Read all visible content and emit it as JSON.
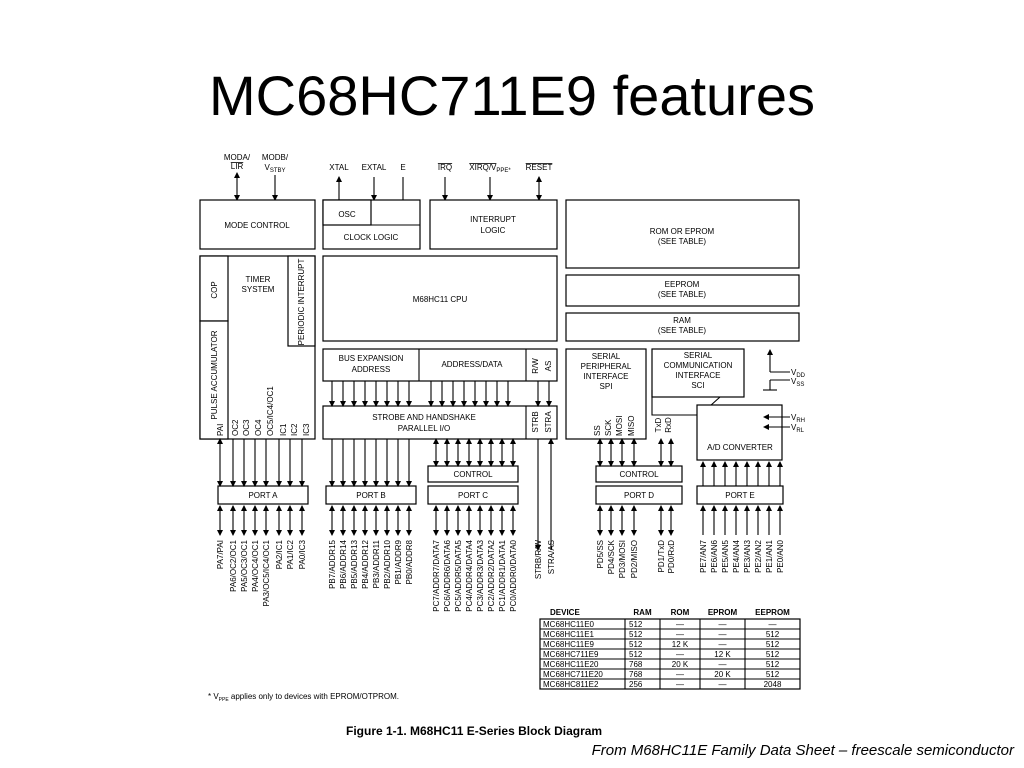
{
  "title": "MC68HC711E9 features",
  "credit": "From M68HC11E Family Data Sheet – freescale semiconductor",
  "diagram": {
    "pins_top": {
      "moda": "MODA/",
      "lir": "LIR",
      "modb": "MODB/",
      "vstby": "V",
      "vstby_sub": "STBY",
      "xtal": "XTAL",
      "extal": "EXTAL",
      "e": "E",
      "irq": "IRQ",
      "xirq": "XIRQ/V",
      "xirq_sub": "PPE*",
      "reset": "RESET"
    },
    "blocks": {
      "mode_control": "MODE CONTROL",
      "osc": "OSC",
      "clock_logic": "CLOCK LOGIC",
      "interrupt_logic": [
        "INTERRUPT",
        "LOGIC"
      ],
      "rom": [
        "ROM OR EPROM",
        "(SEE TABLE)"
      ],
      "eeprom": [
        "EEPROM",
        "(SEE TABLE)"
      ],
      "ram": [
        "RAM",
        "(SEE TABLE)"
      ],
      "timer_system": [
        "TIMER",
        "SYSTEM"
      ],
      "cop": "COP",
      "pulse_accumulator": "PULSE ACCUMULATOR",
      "periodic_interrupt": "PERIODIC INTERRUPT",
      "cpu": "M68HC11 CPU",
      "bus_expansion": [
        "BUS EXPANSION",
        "ADDRESS"
      ],
      "address_data": "ADDRESS/DATA",
      "rw": "R/W",
      "as": "AS",
      "spi": [
        "SERIAL",
        "PERIPHERAL",
        "INTERFACE",
        "SPI"
      ],
      "sci": [
        "SERIAL",
        "COMMUNICATION",
        "INTERFACE",
        "SCI"
      ],
      "strobe": [
        "STROBE AND HANDSHAKE",
        "PARALLEL I/O"
      ],
      "strb": "STRB",
      "stra": "STRA",
      "ad_converter": "A/D CONVERTER",
      "control": "CONTROL",
      "port_a": "PORT A",
      "port_b": "PORT B",
      "port_c": "PORT C",
      "port_d": "PORT D",
      "port_e": "PORT E",
      "vdd": "V",
      "vdd_sub": "DD",
      "vss": "V",
      "vss_sub": "SS",
      "vrh": "V",
      "vrh_sub": "RH",
      "vrl": "V",
      "vrl_sub": "RL"
    },
    "timer_signals": [
      "PAI",
      "OC2",
      "OC3",
      "OC4",
      "OC5/IC4/OC1",
      "IC1",
      "IC2",
      "IC3"
    ],
    "spi_signals": [
      "SS",
      "SCK",
      "MOSI",
      "MISO"
    ],
    "sci_signals": [
      "TxD",
      "RxD"
    ],
    "port_a_pins": [
      "PA7/PAI",
      "PA6/OC2/OC1",
      "PA5/OC3/OC1",
      "PA4/OC4/OC1",
      "PA3/OC5/IC4/OC1",
      "PA2/IC1",
      "PA1/IC2",
      "PA0/IC3"
    ],
    "port_b_pins": [
      "PB7/ADDR15",
      "PB6/ADDR14",
      "PB5/ADDR13",
      "PB4/ADDR12",
      "PB3/ADDR11",
      "PB2/ADDR10",
      "PB1/ADDR9",
      "PB0/ADDR8"
    ],
    "port_c_pins": [
      "PC7/ADDR7/DATA7",
      "PC6/ADDR6/DATA6",
      "PC5/ADDR5/DATA5",
      "PC4/ADDR4/DATA4",
      "PC3/ADDR3/DATA3",
      "PC2/ADDR2/DATA2",
      "PC1/ADDR1/DATA1",
      "PC0/ADDR0/DATA0"
    ],
    "strobe_pins": [
      "STRB/R/W",
      "STRA/AS"
    ],
    "port_d_pins": [
      "PD5/SS",
      "PD4/SCK",
      "PD3/MOSI",
      "PD2/MISO",
      "PD1/TxD",
      "PD0/RxD"
    ],
    "port_e_pins": [
      "PE7/AN7",
      "PE6/AN6",
      "PE5/AN5",
      "PE4/AN4",
      "PE3/AN3",
      "PE2/AN2",
      "PE1/AN1",
      "PE0/AN0"
    ],
    "table": {
      "headers": [
        "DEVICE",
        "RAM",
        "ROM",
        "EPROM",
        "EEPROM"
      ],
      "rows": [
        [
          "MC68HC11E0",
          "512",
          "—",
          "—",
          "—"
        ],
        [
          "MC68HC11E1",
          "512",
          "—",
          "—",
          "512"
        ],
        [
          "MC68HC11E9",
          "512",
          "12 K",
          "—",
          "512"
        ],
        [
          "MC68HC711E9",
          "512",
          "—",
          "12 K",
          "512"
        ],
        [
          "MC68HC11E20",
          "768",
          "20 K",
          "—",
          "512"
        ],
        [
          "MC68HC711E20",
          "768",
          "—",
          "20 K",
          "512"
        ],
        [
          "MC68HC811E2",
          "256",
          "—",
          "—",
          "2048"
        ]
      ]
    },
    "footnote_prefix": "* V",
    "footnote_sub": "PPE",
    "footnote_text": " applies only to devices with EPROM/OTPROM.",
    "caption": "Figure 1-1. M68HC11 E-Series Block Diagram"
  }
}
